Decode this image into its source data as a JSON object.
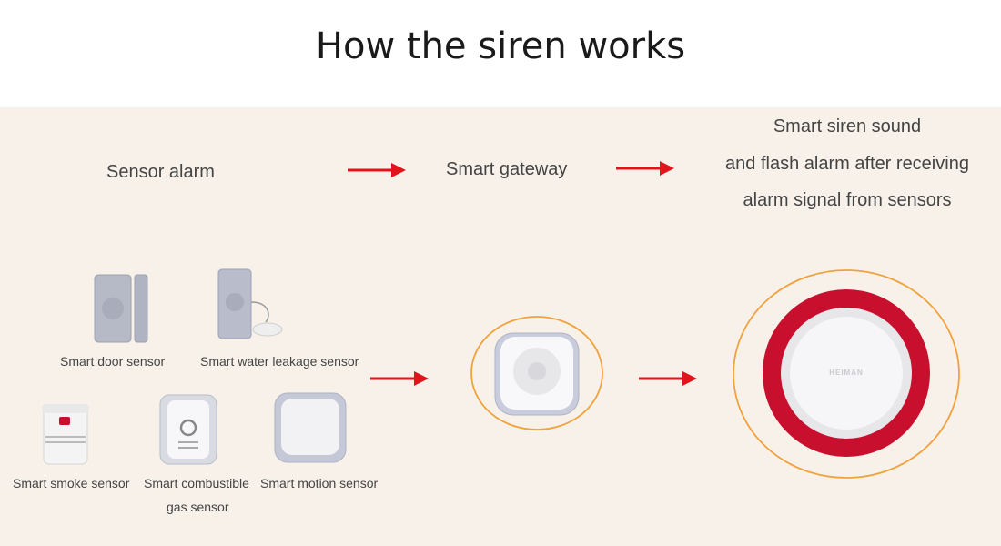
{
  "title": "How the siren works",
  "flow": {
    "sensor_stage": "Sensor alarm",
    "gateway_stage": "Smart gateway",
    "siren_lines": [
      "Smart siren sound",
      "and flash alarm after receiving",
      "alarm signal from sensors"
    ]
  },
  "sensors": {
    "door": "Smart door sensor",
    "water": "Smart water leakage sensor",
    "smoke": "Smart smoke sensor",
    "gas_line1": "Smart combustible",
    "gas_line2": "gas sensor",
    "motion": "Smart motion sensor"
  },
  "brand_mark": "HEIMAN",
  "colors": {
    "arrow": "#e0141a",
    "ring": "#f0a23c",
    "siren_red": "#c8102e",
    "panel_bg": "#f7f1ea"
  }
}
